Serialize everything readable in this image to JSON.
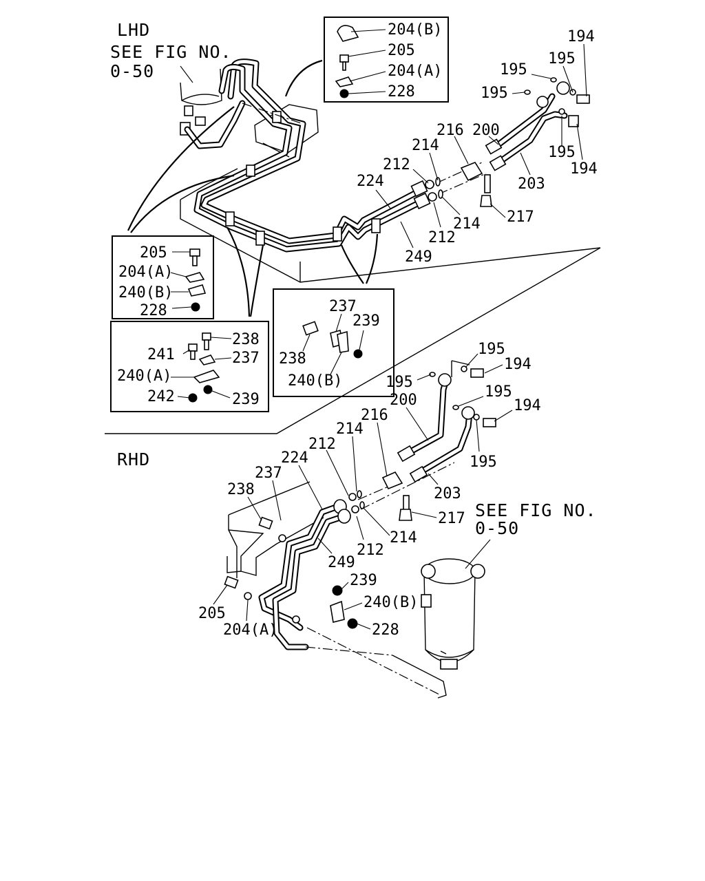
{
  "sections": {
    "lhd": "LHD",
    "rhd": "RHD"
  },
  "references": {
    "lhd_line1": "SEE FIG NO.",
    "lhd_line2": "0-50",
    "rhd_line1": "SEE FIG NO.",
    "rhd_line2": "0-50"
  },
  "callouts": {
    "c204b": "204(B)",
    "c205": "205",
    "c204a": "204(A)",
    "c228": "228",
    "c194": "194",
    "c195": "195",
    "c200": "200",
    "c216": "216",
    "c214": "214",
    "c212": "212",
    "c224": "224",
    "c203": "203",
    "c217": "217",
    "c249": "249",
    "c240b": "240(B)",
    "c237": "237",
    "c239": "239",
    "c238": "238",
    "c241": "241",
    "c240a": "240(A)",
    "c242": "242"
  }
}
